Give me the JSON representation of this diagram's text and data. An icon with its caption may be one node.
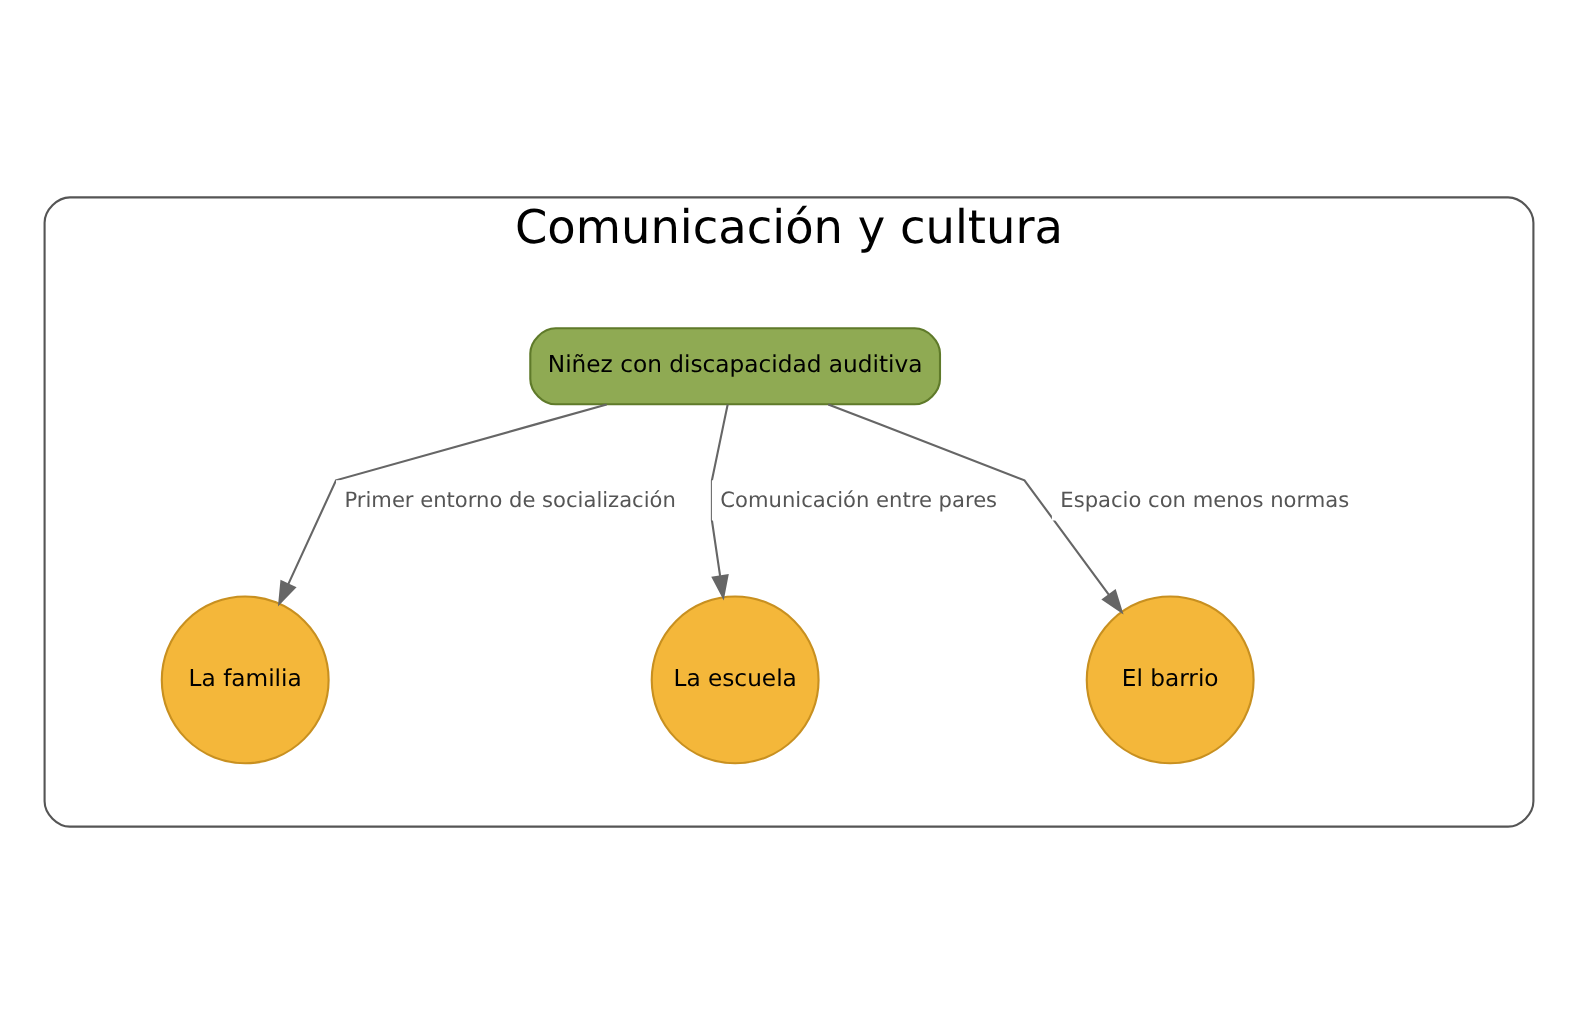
{
  "diagram": {
    "nodes": [
      {
        "text": [
          "Comunicación y cultura"
        ]
      },
      {
        "text": [
          "Niñez con discapacidad auditiva"
        ],
        "in": 0
      },
      {
        "text": [
          "La familia"
        ],
        "in": 0
      },
      {
        "text": [
          "La escuela"
        ],
        "in": 0
      },
      {
        "text": [
          "El barrio"
        ],
        "in": 0
      }
    ],
    "edges": [
      {
        "from": 1,
        "to": 2,
        "arrow": "to",
        "label": "Primer entorno de socialización"
      },
      {
        "from": 1,
        "to": 3,
        "arrow": "to",
        "label": "Comunicación entre pares"
      },
      {
        "from": 1,
        "to": 4,
        "arrow": "to",
        "label": "Espacio con menos normas"
      }
    ]
  }
}
